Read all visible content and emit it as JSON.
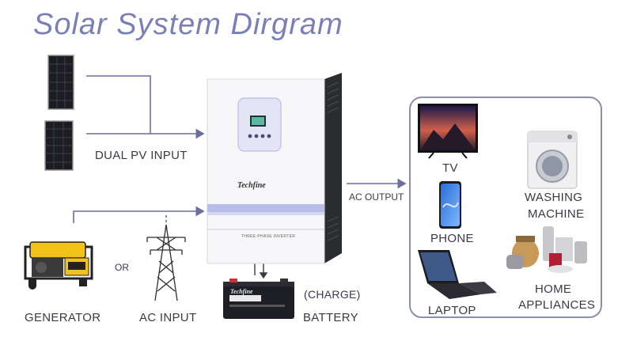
{
  "title": "Solar System  Dirgram",
  "labels": {
    "dual_pv_input": "DUAL PV INPUT",
    "ac_output": "AC OUTPUT",
    "or": "OR",
    "generator": "GENERATOR",
    "ac_input": "AC INPUT",
    "charge": "(CHARGE)",
    "battery": "BATTERY"
  },
  "inverter": {
    "brand": "Techfine",
    "panel_text": "THREE-PHASE INVERTER"
  },
  "battery": {
    "brand": "Techfine"
  },
  "appliances": {
    "tv": "TV",
    "phone": "PHONE",
    "laptop": "LAPTOP",
    "washing": "WASHING",
    "machine": "MACHINE",
    "home": "HOME",
    "appliances": "APPLIANCES"
  },
  "colors": {
    "title": "#7a7fb8",
    "connector": "#6a6fa0",
    "box_border": "#8a8fb0",
    "inverter_accent": "#b8bce8"
  }
}
